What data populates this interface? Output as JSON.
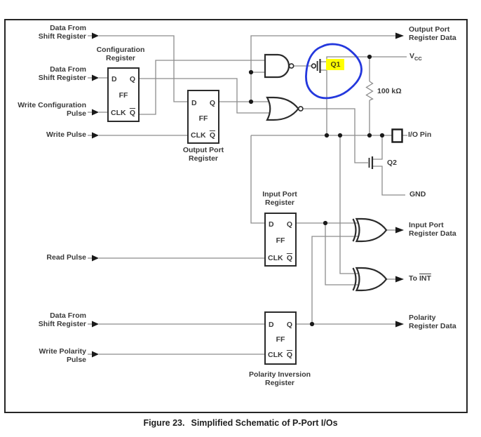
{
  "diagram": {
    "caption": {
      "figure_label": "Figure 23.",
      "title": "Simplified Schematic of P-Port I/Os"
    },
    "left_inputs": {
      "data_from_shift_1": {
        "line1": "Data From",
        "line2": "Shift Register"
      },
      "data_from_shift_2": {
        "line1": "Data From",
        "line2": "Shift Register"
      },
      "write_configuration_pulse": {
        "line1": "Write Configuration",
        "line2": "Pulse"
      },
      "write_pulse": {
        "line1": "Write Pulse"
      },
      "read_pulse": {
        "line1": "Read Pulse"
      },
      "data_from_shift_3": {
        "line1": "Data From",
        "line2": "Shift Register"
      },
      "write_polarity_pulse": {
        "line1": "Write Polarity",
        "line2": "Pulse"
      }
    },
    "registers": {
      "configuration": {
        "line1": "Configuration",
        "line2": "Register"
      },
      "output_port": {
        "line1": "Output Port",
        "line2": "Register"
      },
      "input_port": {
        "line1": "Input Port",
        "line2": "Register"
      },
      "polarity_inversion": {
        "line1": "Polarity Inversion",
        "line2": "Register"
      }
    },
    "ff_pins": {
      "d": "D",
      "q": "Q",
      "ff": "FF",
      "clk": "CLK",
      "qbar": "Q"
    },
    "right_outputs": {
      "output_port_register_data": {
        "line1": "Output Port",
        "line2": "Register Data"
      },
      "input_port_register_data": {
        "line1": "Input Port",
        "line2": "Register Data"
      },
      "to_int": {
        "prefix": "To ",
        "signal": "INT"
      },
      "polarity_register_data": {
        "line1": "Polarity",
        "line2": "Register Data"
      }
    },
    "components": {
      "vcc_main": "V",
      "vcc_sub": "CC",
      "resistor_value": "100 kΩ",
      "io_pin": "I/O Pin",
      "q1": "Q1",
      "q2": "Q2",
      "gnd": "GND"
    },
    "annotation": {
      "highlight_color": "#ffff00",
      "circle_color": "#2438dd"
    }
  }
}
